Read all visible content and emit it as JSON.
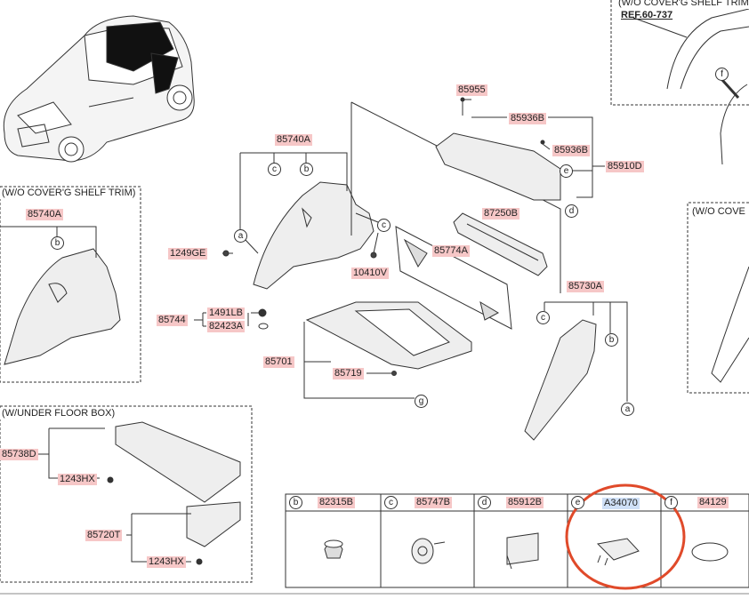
{
  "ref_label": "REF.60-737",
  "boxes": {
    "shelf_trim_top": "(W/O COVER'G SHELF TRIM",
    "shelf_trim_left": "(W/O COVER'G SHELF TRIM)",
    "shelf_trim_right": "(W/O COVE",
    "under_floor_box": "(W/UNDER FLOOR BOX)"
  },
  "parts": {
    "p85740A_main": "85740A",
    "p85740A_box": "85740A",
    "p85955": "85955",
    "p85936B_top": "85936B",
    "p85936B_mid": "85936B",
    "p85910D": "85910D",
    "p87250B": "87250B",
    "p85774A": "85774A",
    "p10410V": "10410V",
    "p1249GE": "1249GE",
    "p1491LB": "1491LB",
    "p82423A": "82423A",
    "p85744": "85744",
    "p85701": "85701",
    "p85719": "85719",
    "p85730A": "85730A",
    "p85738D": "85738D",
    "p1243HX_a": "1243HX",
    "p85720T": "85720T",
    "p1243HX_b": "1243HX"
  },
  "callouts": {
    "a": "a",
    "b": "b",
    "c": "c",
    "d": "d",
    "e": "e",
    "f": "f",
    "g": "g"
  },
  "legend": [
    {
      "letter": "b",
      "part": "82315B"
    },
    {
      "letter": "c",
      "part": "85747B"
    },
    {
      "letter": "d",
      "part": "85912B"
    },
    {
      "letter": "e",
      "part": "A34070"
    },
    {
      "letter": "f",
      "part": "84129"
    }
  ],
  "colors": {
    "label_bg": "#f6c7c7",
    "highlight_bg": "#cfe0f7",
    "annotation_circle": "#e04a2a"
  }
}
